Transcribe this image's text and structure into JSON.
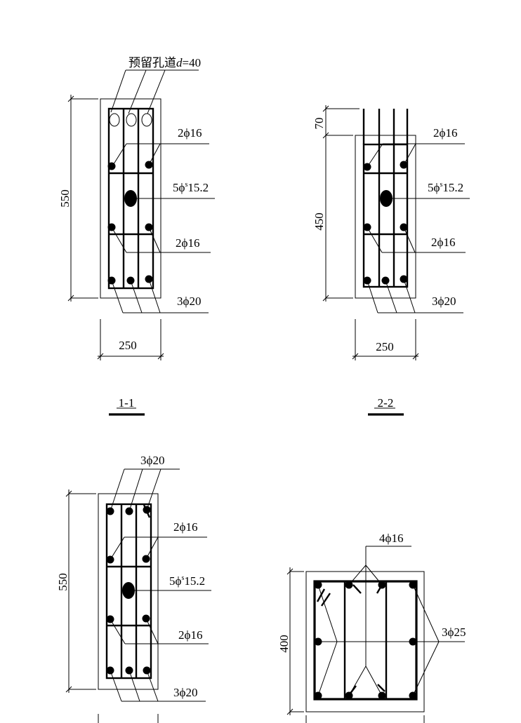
{
  "sections": {
    "s1": {
      "hole_label": "预留孔道",
      "hole_var": "d",
      "hole_value": "=40",
      "height_dim": "550",
      "width_dim": "250",
      "bar_top_side": "2ϕ16",
      "tendon_prefix": "5ϕ",
      "tendon_sup": "s",
      "tendon_value": "15.2",
      "bar_bottom_side": "2ϕ16",
      "bar_bottom": "3ϕ20",
      "title": "1-1"
    },
    "s2": {
      "top_dim": "70",
      "height_dim": "450",
      "width_dim": "250",
      "bar_top_side": "2ϕ16",
      "tendon_prefix": "5ϕ",
      "tendon_sup": "s",
      "tendon_value": "15.2",
      "bar_bottom_side": "2ϕ16",
      "bar_bottom": "3ϕ20",
      "title": "2-2"
    },
    "s3": {
      "bar_top": "3ϕ20",
      "height_dim": "550",
      "bar_top_side": "2ϕ16",
      "tendon_prefix": "5ϕ",
      "tendon_sup": "s",
      "tendon_value": "15.2",
      "bar_bottom_side": "2ϕ16",
      "bar_bottom": "3ϕ20"
    },
    "s4": {
      "bar_top": "4ϕ16",
      "height_dim": "400",
      "bar_side": "3ϕ25"
    }
  }
}
